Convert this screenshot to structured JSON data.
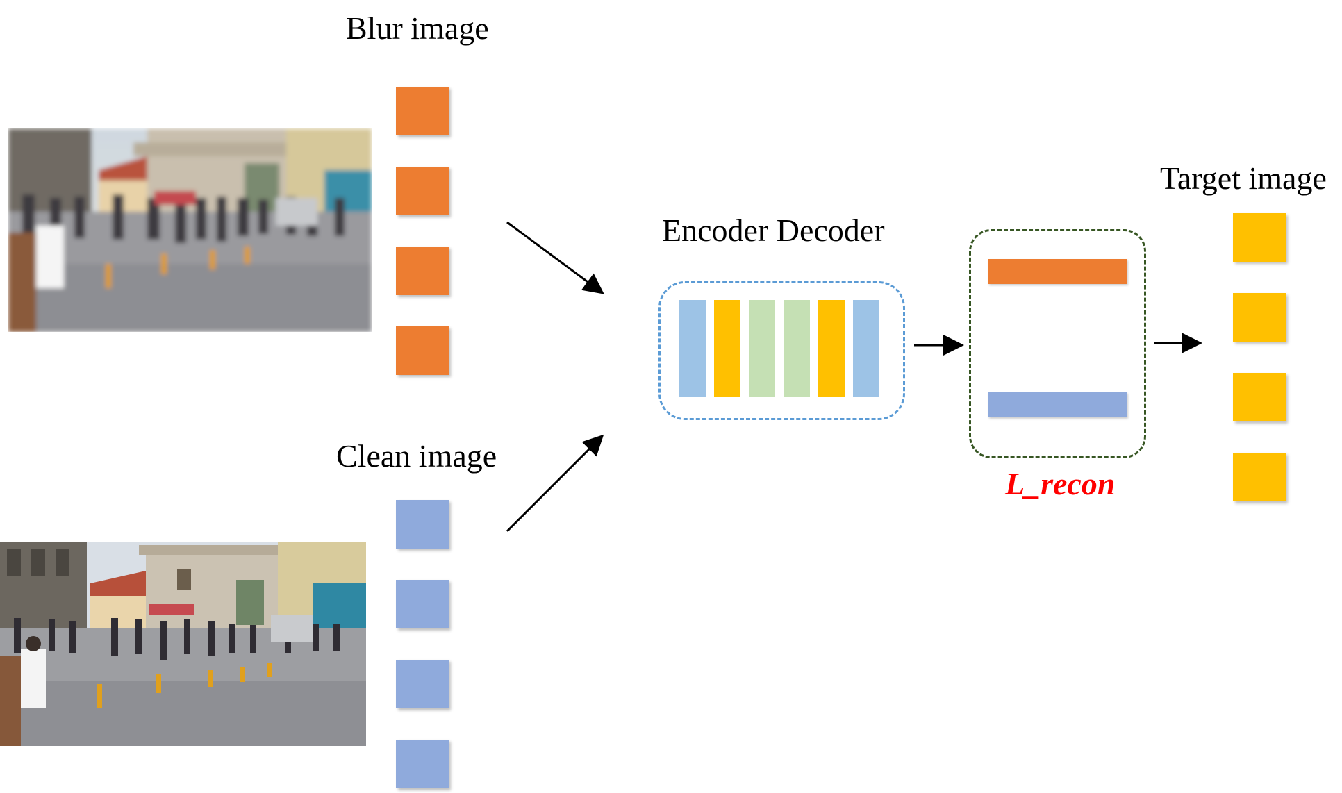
{
  "labels": {
    "blur": "Blur image",
    "clean": "Clean image",
    "encoder_decoder": "Encoder Decoder",
    "target": "Target image",
    "loss": "L_recon"
  },
  "colors": {
    "blur_token": "#ED7D31",
    "clean_token": "#8FAADC",
    "target_token": "#FFC000",
    "enc_blue": "#9DC3E6",
    "enc_yellow": "#FFC000",
    "enc_green": "#C5E0B4",
    "encoder_border": "#5B9BD5",
    "loss_border": "#375623",
    "loss_text": "#FF0000",
    "arrow": "#000000"
  },
  "encoder_bars": [
    "enc_blue",
    "enc_yellow",
    "enc_green",
    "enc_green",
    "enc_yellow",
    "enc_blue"
  ]
}
